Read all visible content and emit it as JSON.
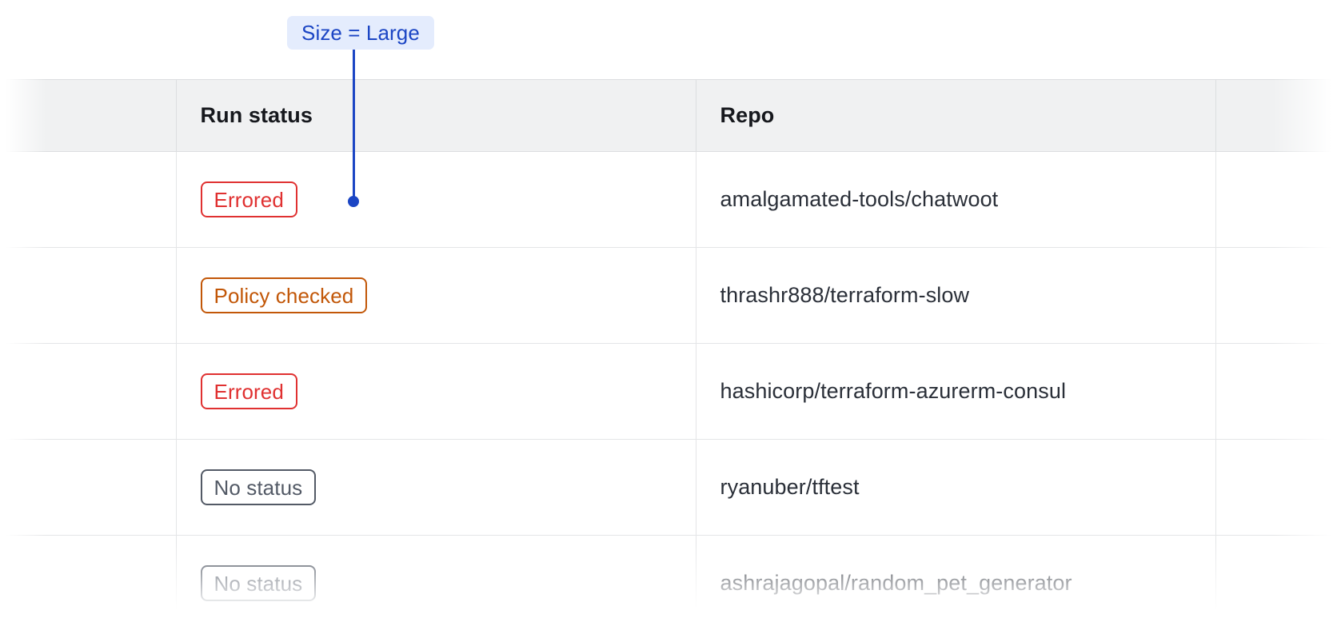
{
  "annotation": {
    "label": "Size = Large",
    "accent_color": "#1b45c4",
    "background_color": "#e4ecfd"
  },
  "table": {
    "columns": [
      {
        "key": "select",
        "label": ""
      },
      {
        "key": "run_status",
        "label": "Run status"
      },
      {
        "key": "repo",
        "label": "Repo"
      },
      {
        "key": "extra",
        "label": ""
      }
    ],
    "header_background": "#f0f1f2",
    "rows": [
      {
        "run_status": "Errored",
        "status_kind": "errored",
        "repo": "amalgamated-tools/chatwoot"
      },
      {
        "run_status": "Policy checked",
        "status_kind": "policy-checked",
        "repo": "thrashr888/terraform-slow"
      },
      {
        "run_status": "Errored",
        "status_kind": "errored",
        "repo": "hashicorp/terraform-azurerm-consul"
      },
      {
        "run_status": "No status",
        "status_kind": "no-status",
        "repo": "ryanuber/tftest"
      },
      {
        "run_status": "No status",
        "status_kind": "no-status",
        "repo": "ashrajagopal/random_pet_generator"
      }
    ],
    "status_colors": {
      "errored": "#e03131",
      "policy_checked": "#c25708",
      "no_status": "#535a66"
    }
  }
}
